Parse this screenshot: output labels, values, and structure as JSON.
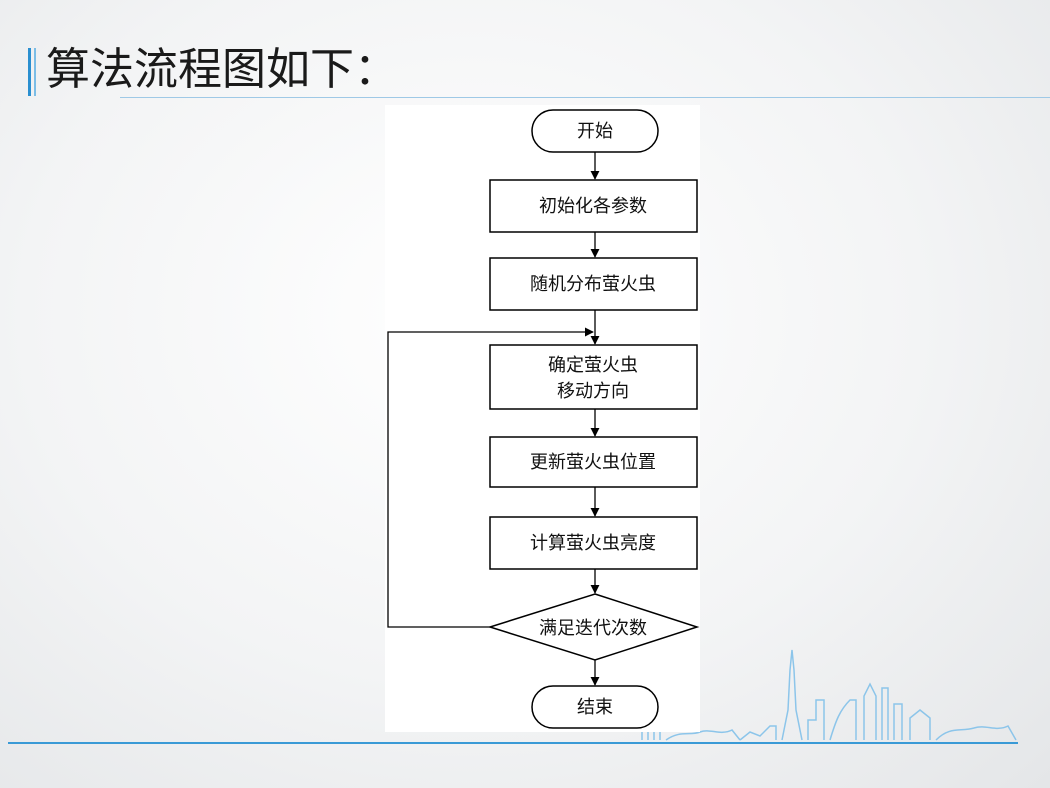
{
  "slide": {
    "title": "算法流程图如下："
  },
  "flowchart": {
    "start": "开始",
    "steps": [
      "初始化各参数",
      "随机分布萤火虫",
      "确定萤火虫",
      "移动方向",
      "更新萤火虫位置",
      "计算萤火虫亮度"
    ],
    "decision": "满足迭代次数",
    "end": "结束"
  },
  "colors": {
    "accent": "#3a9ad6",
    "line": "#000000"
  }
}
